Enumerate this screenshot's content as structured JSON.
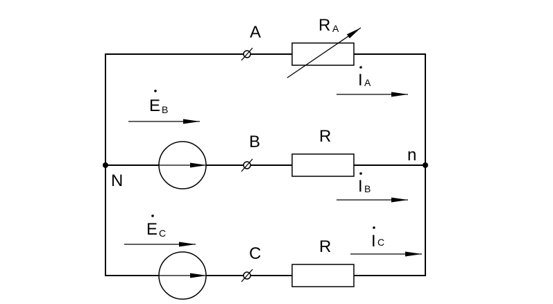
{
  "nodes": {
    "A": "A",
    "B": "B",
    "C": "C",
    "N": "N",
    "n": "n"
  },
  "resistors": {
    "ra_main": "R",
    "ra_sub": "A",
    "rb": "R",
    "rc": "R"
  },
  "sources": {
    "eb_main": "E",
    "eb_sub": "B",
    "ec_main": "E",
    "ec_sub": "C"
  },
  "currents": {
    "ia_main": "I",
    "ia_sub": "A",
    "ib_main": "I",
    "ib_sub": "B",
    "ic_main": "I",
    "ic_sub": "C"
  }
}
